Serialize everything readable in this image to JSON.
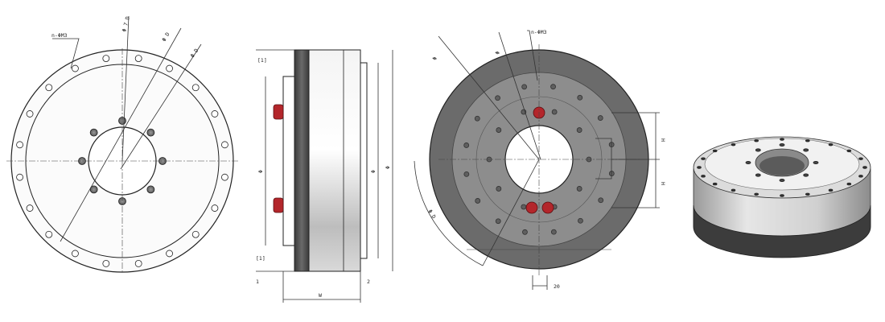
{
  "front_view": {
    "labels": {
      "holes": "n-ΦM3",
      "pcd1": "Φ 7 D",
      "pcd2": "Φ D",
      "pcd3": "Φ D"
    }
  },
  "side_view": {
    "labels": {
      "top_step": "[1]",
      "bottom_step": "[1]",
      "bore_h": "Φ",
      "inner_h": "Φ",
      "outer_h": "Φ",
      "left_gap": "1",
      "right_gap": "2",
      "width": "W"
    }
  },
  "rear_view": {
    "labels": {
      "left_pcd": "Φ",
      "left_pcd2": "Φ",
      "holes": "n-ΦM3",
      "arc_dim": "Φ D",
      "step_h": "H",
      "step_h2": "H",
      "slot_w": "20"
    }
  },
  "colors": {
    "steel": "#c9c9c9",
    "dark_ring": "#6b6b6b",
    "red_plug": "#b3262b",
    "line": "#333333"
  }
}
